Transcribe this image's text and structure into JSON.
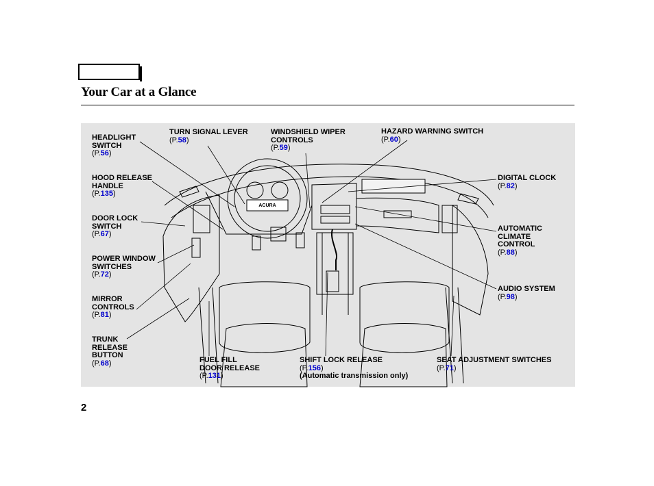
{
  "header": {
    "title": "Your Car at a Glance"
  },
  "page_number": "2",
  "callouts": [
    {
      "label": "HEADLIGHT\nSWITCH",
      "ref": "56"
    },
    {
      "label": "TURN SIGNAL LEVER",
      "ref": "58"
    },
    {
      "label": "WINDSHIELD WIPER\nCONTROLS",
      "ref": "59"
    },
    {
      "label": "HAZARD WARNING SWITCH",
      "ref": "60"
    },
    {
      "label": "HOOD RELEASE\nHANDLE",
      "ref": "135"
    },
    {
      "label": "DIGITAL CLOCK",
      "ref": "82"
    },
    {
      "label": "DOOR LOCK\nSWITCH",
      "ref": "67"
    },
    {
      "label": "AUTOMATIC\nCLIMATE\nCONTROL",
      "ref": "88"
    },
    {
      "label": "POWER WINDOW\nSWITCHES",
      "ref": "72"
    },
    {
      "label": "AUDIO SYSTEM",
      "ref": "98"
    },
    {
      "label": "MIRROR\nCONTROLS",
      "ref": "81"
    },
    {
      "label": "TRUNK\nRELEASE\nBUTTON",
      "ref": "68"
    },
    {
      "label": "FUEL FILL\nDOOR RELEASE",
      "ref": "131"
    },
    {
      "label": "SHIFT LOCK RELEASE",
      "ref": "156",
      "note": "(Automatic transmission only)"
    },
    {
      "label": "SEAT ADJUSTMENT SWITCHES",
      "ref": "71"
    }
  ],
  "ref_prefix": "(P.",
  "ref_suffix": ")",
  "illustration": {
    "steering_logo": "ACURA"
  }
}
